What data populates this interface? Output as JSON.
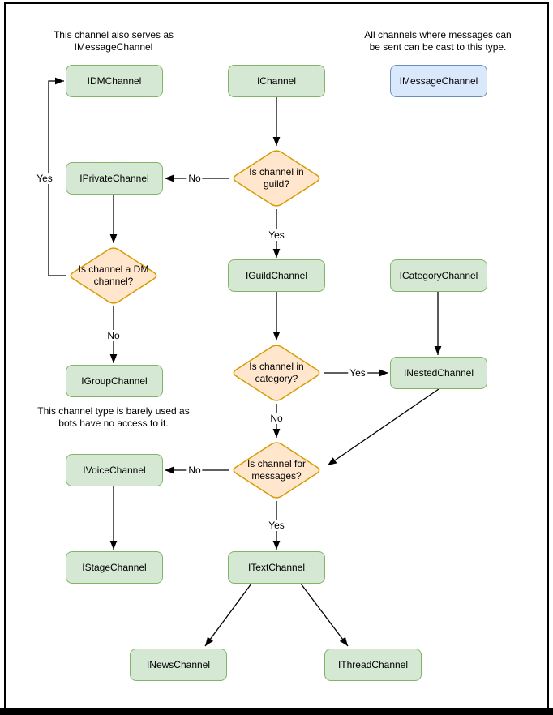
{
  "colors": {
    "node_fill": "#d5e8d4",
    "node_border": "#82b366",
    "decision_fill": "#ffe6cc",
    "decision_border": "#d79b00",
    "highlight_fill": "#dae8fc",
    "highlight_border": "#6c8ebf",
    "edge_color": "#000000",
    "text_color": "#000000",
    "canvas_bg": "#ffffff"
  },
  "notes": {
    "serves_as": {
      "line1": "This channel also serves as",
      "line2": "IMessageChannel"
    },
    "cast_type": {
      "line1": "All channels where messages can",
      "line2": "be sent can be cast to this type."
    },
    "barely_used": {
      "line1": "This channel type is barely used as",
      "line2": "bots have no access to it."
    }
  },
  "nodes": {
    "idmchannel": "IDMChannel",
    "ichannel": "IChannel",
    "imessagechannel": "IMessageChannel",
    "iprivatechannel": "IPrivateChannel",
    "iguildchannel": "IGuildChannel",
    "icategorychannel": "ICategoryChannel",
    "inestedchannel": "INestedChannel",
    "igroupchannel": "IGroupChannel",
    "ivoicechannel": "IVoiceChannel",
    "istagechannel": "IStageChannel",
    "itextchannel": "ITextChannel",
    "inewschannel": "INewsChannel",
    "ithreadchannel": "IThreadChannel"
  },
  "decisions": {
    "in_guild": "Is channel in guild?",
    "is_dm": "Is channel a DM channel?",
    "in_category": "Is channel in category?",
    "for_messages": "Is channel for messages?"
  },
  "edge_labels": {
    "dm_yes": "Yes",
    "guild_no": "No",
    "guild_yes": "Yes",
    "dm_no": "No",
    "category_yes": "Yes",
    "category_no": "No",
    "messages_no": "No",
    "messages_yes": "Yes"
  }
}
